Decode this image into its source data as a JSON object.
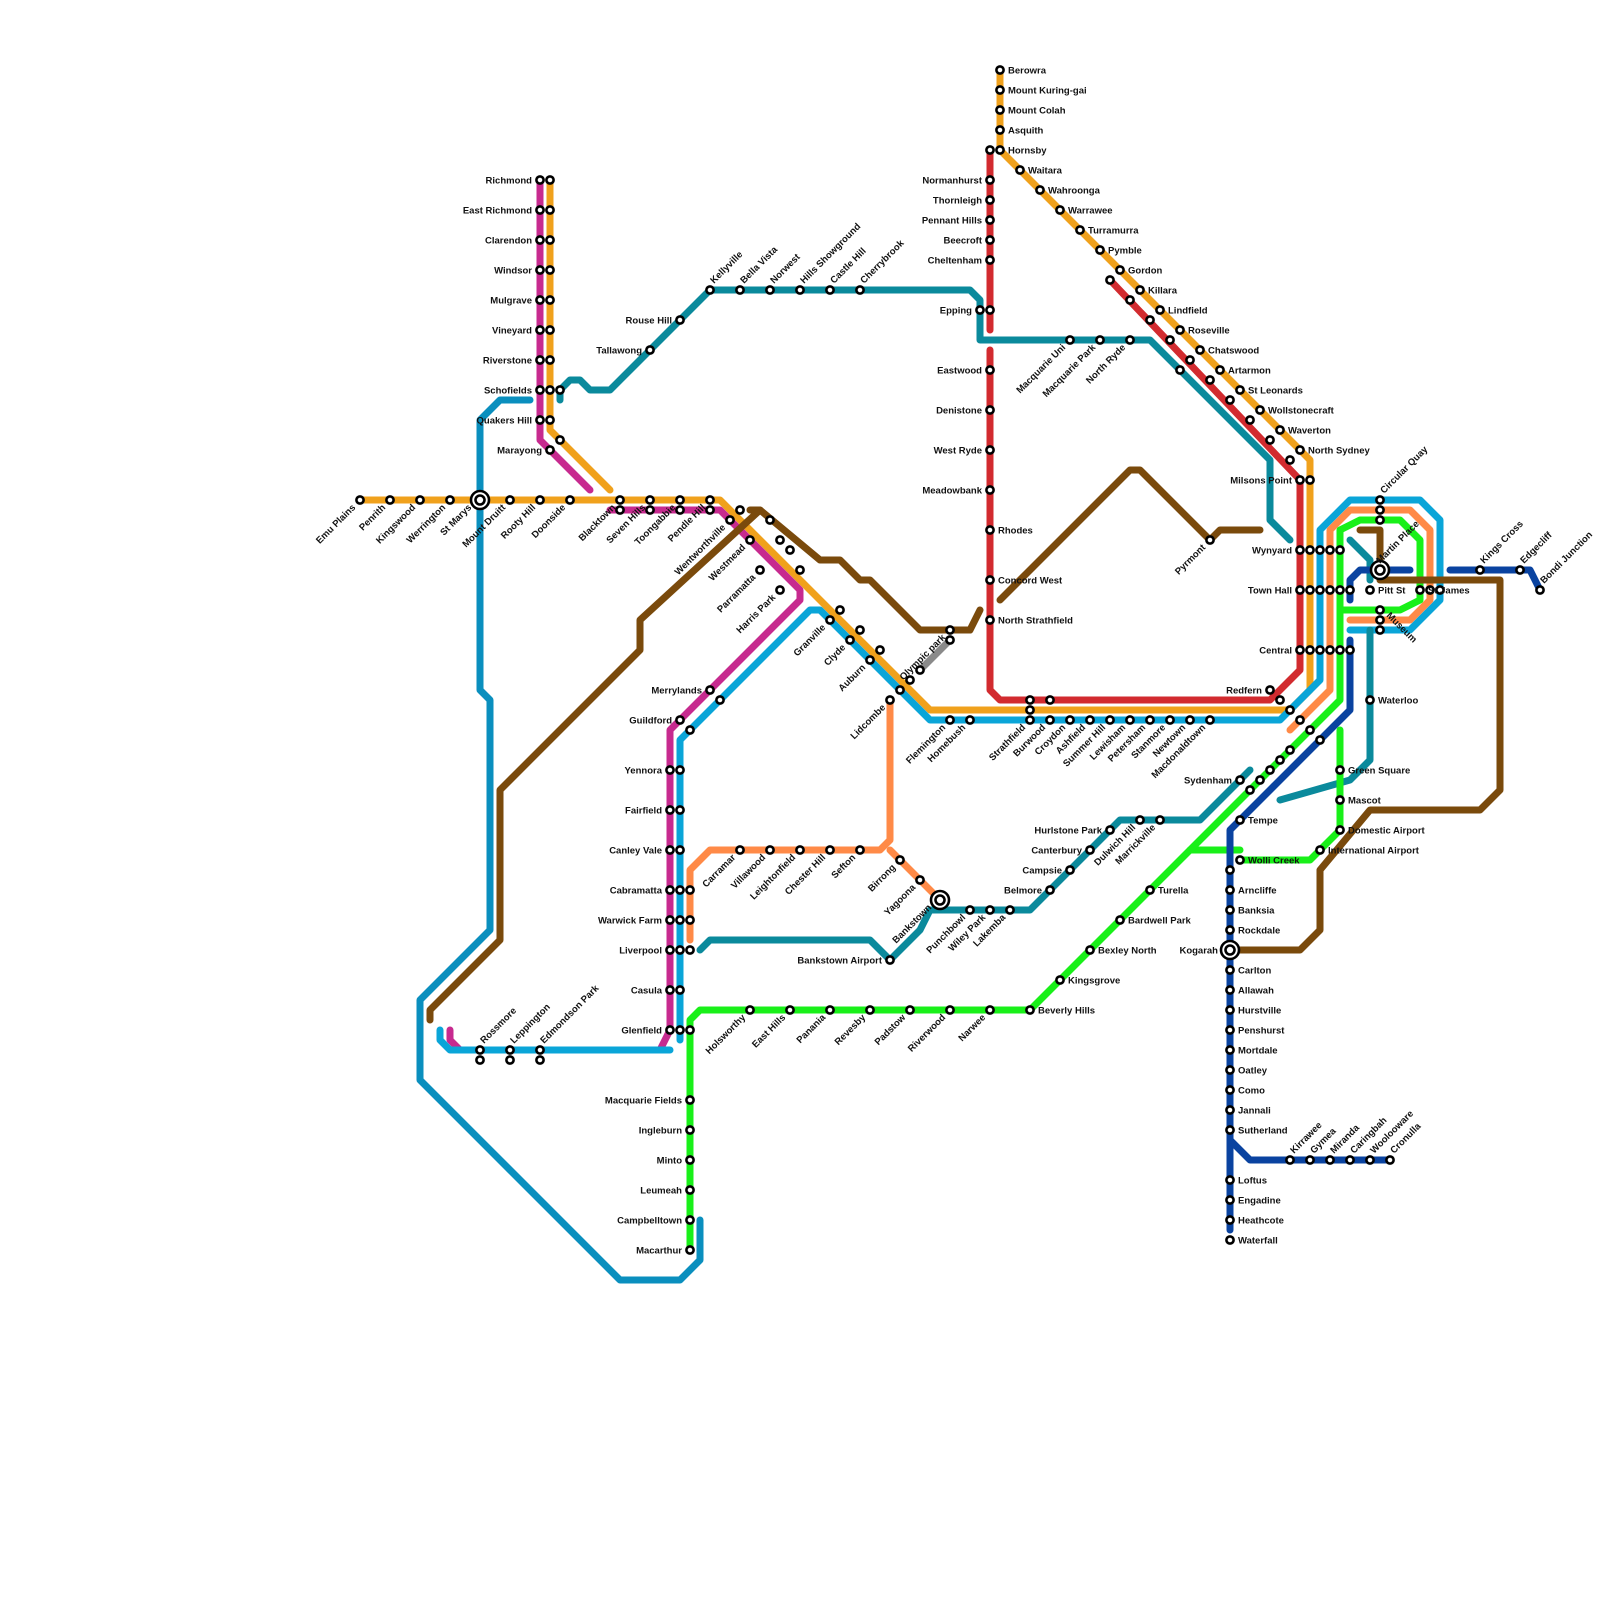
{
  "colors": {
    "orange_t1": "#F0A11C",
    "magenta_t5": "#C72A8F",
    "blue_t2": "#0AA5D8",
    "steelblue_t1w": "#0A8FBE",
    "teal_m": "#0B8A9C",
    "red_t9": "#D22B2F",
    "brown": "#7A4A0C",
    "green_t8": "#19F019",
    "salmon_t3": "#FF8A47",
    "navy_t4": "#0A43A0",
    "grey_t7": "#8A8A8A"
  },
  "stations": {
    "emu_plains": "Emu Plains",
    "penrith": "Penrith",
    "kingswood": "Kingswood",
    "werrington": "Werrington",
    "st_marys": "St Marys",
    "mount_druitt": "Mount Druitt",
    "rooty_hill": "Rooty Hill",
    "doonside": "Doonside",
    "blacktown": "Blacktown",
    "seven_hills": "Seven Hills",
    "toongabbie": "Toongabbie",
    "pendle_hill": "Pendle Hill",
    "wentworthville": "Wentworthville",
    "westmead": "Westmead",
    "parramatta": "Parramatta",
    "harris_park": "Harris Park",
    "granville": "Granville",
    "clyde": "Clyde",
    "auburn": "Auburn",
    "lidcombe": "Lidcombe",
    "flemington": "Flemington",
    "homebush": "Homebush",
    "olympic_park": "Olympic park",
    "strathfield": "Strathfield",
    "burwood": "Burwood",
    "croydon": "Croydon",
    "ashfield": "Ashfield",
    "summer_hill": "Summer Hill",
    "lewisham": "Lewisham",
    "petersham": "Petersham",
    "stanmore": "Stanmore",
    "newtown": "Newtown",
    "macdonaldtown": "Macdonaldtown",
    "redfern": "Redfern",
    "central": "Central",
    "town_hall": "Town Hall",
    "wynyard": "Wynyard",
    "milsons_point": "Milsons Point",
    "north_sydney": "North Sydney",
    "waverton": "Waverton",
    "wollstonecraft": "Wollstonecraft",
    "st_leonards": "St Leonards",
    "artarmon": "Artarmon",
    "chatswood": "Chatswood",
    "roseville": "Roseville",
    "lindfield": "Lindfield",
    "killara": "Killara",
    "gordon": "Gordon",
    "pymble": "Pymble",
    "turramurra": "Turramurra",
    "warrawee": "Warrawee",
    "wahroonga": "Wahroonga",
    "waitara": "Waitara",
    "hornsby": "Hornsby",
    "asquith": "Asquith",
    "mount_colah": "Mount Colah",
    "mount_kuring_gai": "Mount Kuring-gai",
    "berowra": "Berowra",
    "normanhurst": "Normanhurst",
    "thornleigh": "Thornleigh",
    "pennant_hills": "Pennant Hills",
    "beecroft": "Beecroft",
    "cheltenham": "Cheltenham",
    "epping": "Epping",
    "eastwood": "Eastwood",
    "denistone": "Denistone",
    "west_ryde": "West Ryde",
    "meadowbank": "Meadowbank",
    "rhodes": "Rhodes",
    "concord_west": "Concord West",
    "north_strathfield": "North Strathfield",
    "macquarie_uni": "Macquarie Uni",
    "macquarie_park": "Macquarie Park",
    "north_ryde": "North Ryde",
    "richmond": "Richmond",
    "east_richmond": "East Richmond",
    "clarendon": "Clarendon",
    "windsor": "Windsor",
    "mulgrave": "Mulgrave",
    "vineyard": "Vineyard",
    "riverstone": "Riverstone",
    "schofields": "Schofields",
    "quakers_hill": "Quakers Hill",
    "marayong": "Marayong",
    "rouse_hill": "Rouse Hill",
    "tallawong": "Tallawong",
    "kellyville": "Kellyville",
    "bella_vista": "Bella Vista",
    "norwest": "Norwest",
    "hills_showground": "Hills Showground",
    "castle_hill": "Castle Hill",
    "cherrybrook": "Cherrybrook",
    "merrylands": "Merrylands",
    "guildford": "Guildford",
    "yennora": "Yennora",
    "fairfield": "Fairfield",
    "canley_vale": "Canley Vale",
    "cabramatta": "Cabramatta",
    "warwick_farm": "Warwick Farm",
    "liverpool": "Liverpool",
    "casula": "Casula",
    "glenfield": "Glenfield",
    "macquarie_fields": "Macquarie Fields",
    "ingleburn": "Ingleburn",
    "minto": "Minto",
    "leumeah": "Leumeah",
    "campbelltown": "Campbelltown",
    "macarthur": "Macarthur",
    "rossmore": "Rossmore",
    "leppington": "Leppington",
    "edmondson_park": "Edmondson Park",
    "carramar": "Carramar",
    "villawood": "Villawood",
    "leightonfield": "Leightonfield",
    "chester_hill": "Chester Hill",
    "sefton": "Sefton",
    "birrong": "Birrong",
    "yagoona": "Yagoona",
    "bankstown": "Bankstown",
    "bankstown_airport": "Bankstown Airport",
    "punchbowl": "Punchbowl",
    "wiley_park": "Wiley Park",
    "lakemba": "Lakemba",
    "belmore": "Belmore",
    "campsie": "Campsie",
    "canterbury": "Canterbury",
    "hurlstone_park": "Hurlstone Park",
    "dulwich_hill": "Dulwich Hill",
    "marrickville": "Marrickville",
    "sydenham": "Sydenham",
    "holsworthy": "Holsworthy",
    "east_hills": "East Hills",
    "panania": "Panania",
    "revesby": "Revesby",
    "padstow": "Padstow",
    "riverwood": "Riverwood",
    "narwee": "Narwee",
    "beverly_hills": "Beverly Hills",
    "kingsgrove": "Kingsgrove",
    "bexley_north": "Bexley North",
    "bardwell_park": "Bardwell Park",
    "turella": "Turella",
    "tempe": "Tempe",
    "wolli_creek": "Wolli Creek",
    "arncliffe": "Arncliffe",
    "banksia": "Banksia",
    "rockdale": "Rockdale",
    "kogarah": "Kogarah",
    "carlton": "Carlton",
    "allawah": "Allawah",
    "hurstville": "Hurstville",
    "penshurst": "Penshurst",
    "mortdale": "Mortdale",
    "oatley": "Oatley",
    "como": "Como",
    "jannali": "Jannali",
    "sutherland": "Sutherland",
    "loftus": "Loftus",
    "engadine": "Engadine",
    "heathcote": "Heathcote",
    "waterfall": "Waterfall",
    "kirrawee": "Kirrawee",
    "gymea": "Gymea",
    "miranda": "Miranda",
    "caringbah": "Caringbah",
    "woolooware": "Woolooware",
    "cronulla": "Cronulla",
    "green_square": "Green Square",
    "mascot": "Mascot",
    "domestic_airport": "Domestic Airport",
    "international_airport": "International Airport",
    "waterloo": "Waterloo",
    "circular_quay": "Circular Quay",
    "martin_place": "Martin Place",
    "pitt_st": "Pitt St",
    "st_james": "St James",
    "museum": "Museum",
    "kings_cross": "Kings Cross",
    "edgecliff": "Edgecliff",
    "bondi_junction": "Bondi Junction",
    "pyrmont": "Pyrmont"
  }
}
